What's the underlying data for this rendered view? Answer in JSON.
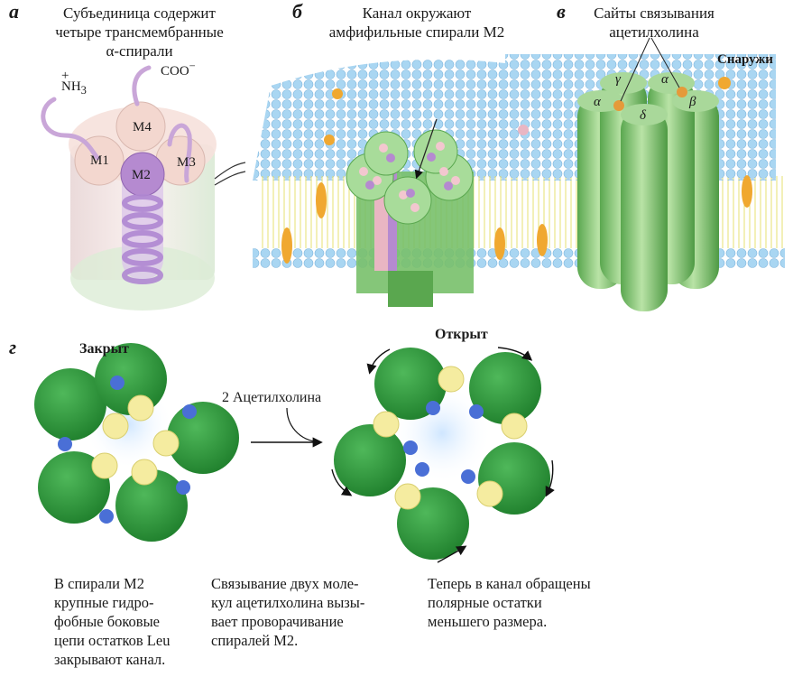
{
  "panels": {
    "a": {
      "letter": "а",
      "caption": [
        "Субъединица содержит",
        "четыре трансмембранные",
        "α-спирали"
      ],
      "nh3": "NH",
      "nh3_sub": "3",
      "plus": "+",
      "coo": "COO",
      "coo_sup": "−",
      "helices": [
        "M4",
        "M1",
        "M2",
        "M3"
      ]
    },
    "b": {
      "letter": "б",
      "caption": [
        "Канал окружают",
        "амфифильные спирали М2"
      ]
    },
    "c": {
      "letter": "в",
      "caption": [
        "Сайты связывания",
        "ацетилхолина"
      ],
      "outside": "Снаружи",
      "subunits": [
        "γ",
        "α",
        "α",
        "δ",
        "β"
      ]
    },
    "d": {
      "letter": "г",
      "closed_label": "Закрыт",
      "open_label": "Открыт",
      "arrow_label": "2 Ацетилхолина",
      "desc_left": [
        "В спирали М2",
        "крупные гидро-",
        "фобные боковые",
        "цепи остатков Leu",
        "закрывают канал."
      ],
      "desc_mid": [
        "Связывание двух моле-",
        "кул ацетилхолина вызы-",
        "вает проворачивание",
        "спиралей М2."
      ],
      "desc_right": [
        "Теперь в канал обращены",
        "полярные остатки",
        "меньшего размера."
      ]
    }
  },
  "colors": {
    "green": "#2f9a3c",
    "yellow": "#f5eca0",
    "blue": "#4a6fd6",
    "lipid_head": "#a9d6f2",
    "orange": "#f0a830",
    "pink": "#e9b6c3",
    "violet": "#b58ad0"
  }
}
